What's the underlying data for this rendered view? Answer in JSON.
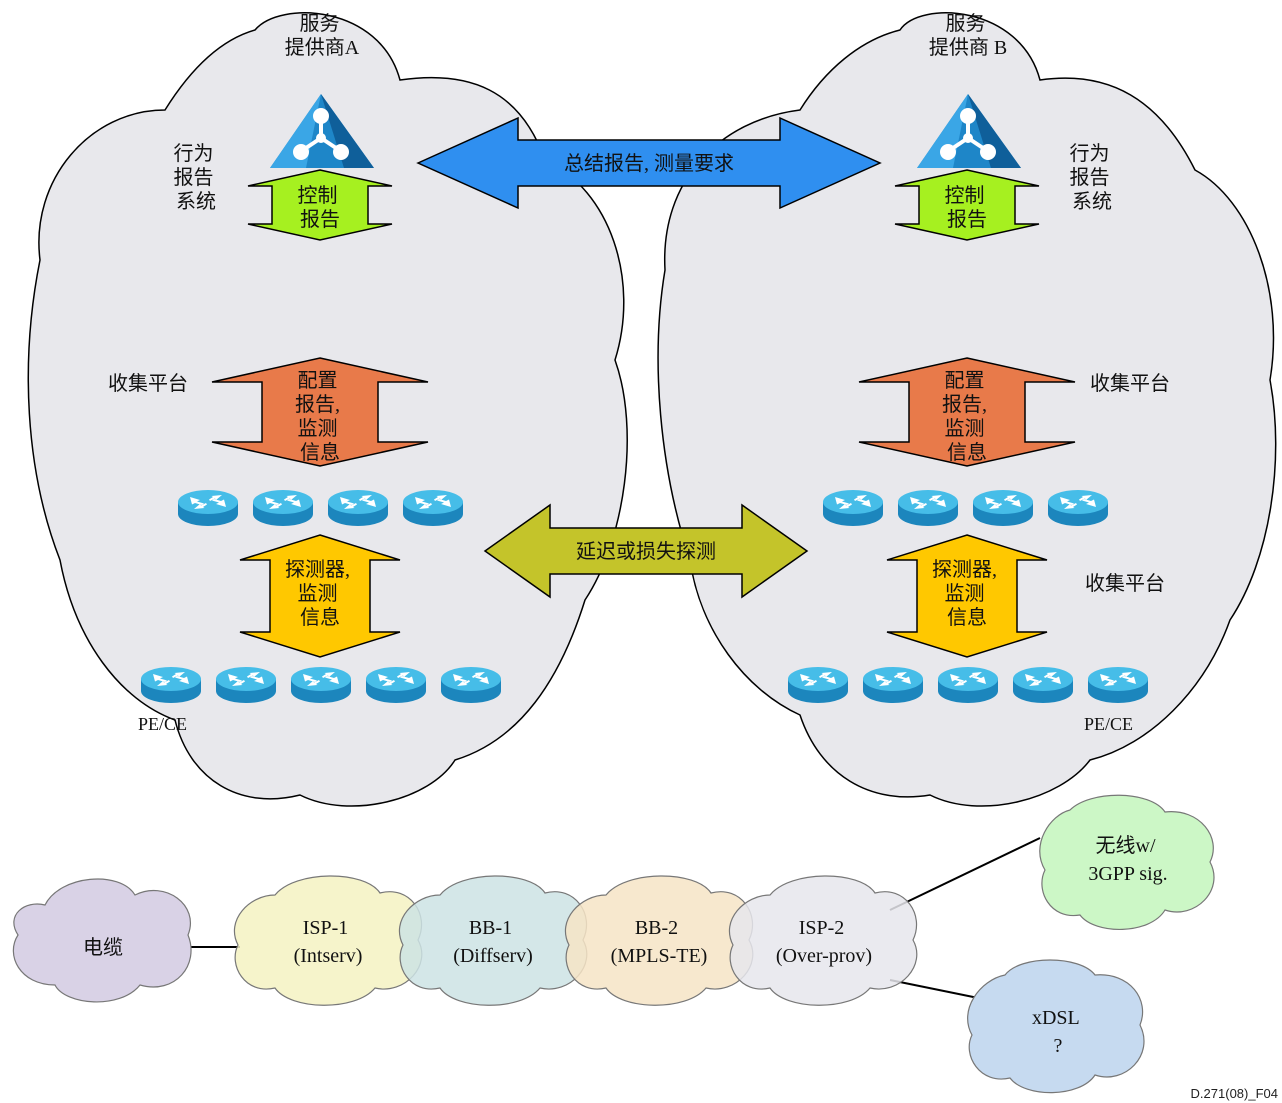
{
  "provider_a": {
    "title": [
      "服务",
      "提供商A"
    ],
    "behavior": [
      "行为",
      "报告",
      "系统"
    ],
    "control": [
      "控制",
      "报告"
    ],
    "collection": "收集平台",
    "config": [
      "配置",
      "报告,",
      "监测",
      "信息"
    ],
    "probe": [
      "探测器,",
      "监测",
      "信息"
    ],
    "pe_ce": "PE/CE"
  },
  "provider_b": {
    "title": [
      "服务",
      "提供商 B"
    ],
    "behavior": [
      "行为",
      "报告",
      "系统"
    ],
    "control": [
      "控制",
      "报告"
    ],
    "collection_top": "收集平台",
    "config": [
      "配置",
      "报告,",
      "监测",
      "信息"
    ],
    "probe": [
      "探测器,",
      "监测",
      "信息"
    ],
    "collection_bottom": "收集平台",
    "pe_ce": "PE/CE"
  },
  "summary_arrow": "总结报告, 测量要求",
  "delay_arrow": "延迟或损失探测",
  "chain": {
    "cable": "电缆",
    "isp1": [
      "ISP-1",
      "(Intserv)"
    ],
    "bb1": [
      "BB-1",
      "(Diffserv)"
    ],
    "bb2": [
      "BB-2",
      "(MPLS-TE)"
    ],
    "isp2": [
      "ISP-2",
      "(Over-prov)"
    ],
    "wireless": [
      "无线w/",
      "3GPP sig."
    ],
    "xdsl": [
      "xDSL",
      "?"
    ]
  },
  "figure_id": "D.271(08)_F04",
  "colors": {
    "cloud_gray": "#e8e8ec",
    "blue_arrow": "#2f8ff0",
    "green_arrow": "#a6f020",
    "orange_arrow": "#e87a4a",
    "olive_arrow": "#c4c42a",
    "yellow_arrow": "#ffc800",
    "router": "#29a5db",
    "cable": "#d9d2e6",
    "isp1": "#f4f2c2",
    "bb1": "#cce3e4",
    "bb2": "#f6e4c6",
    "isp2": "#e6e6ec",
    "wireless": "#ccf7c6",
    "xdsl": "#c6daf0"
  }
}
